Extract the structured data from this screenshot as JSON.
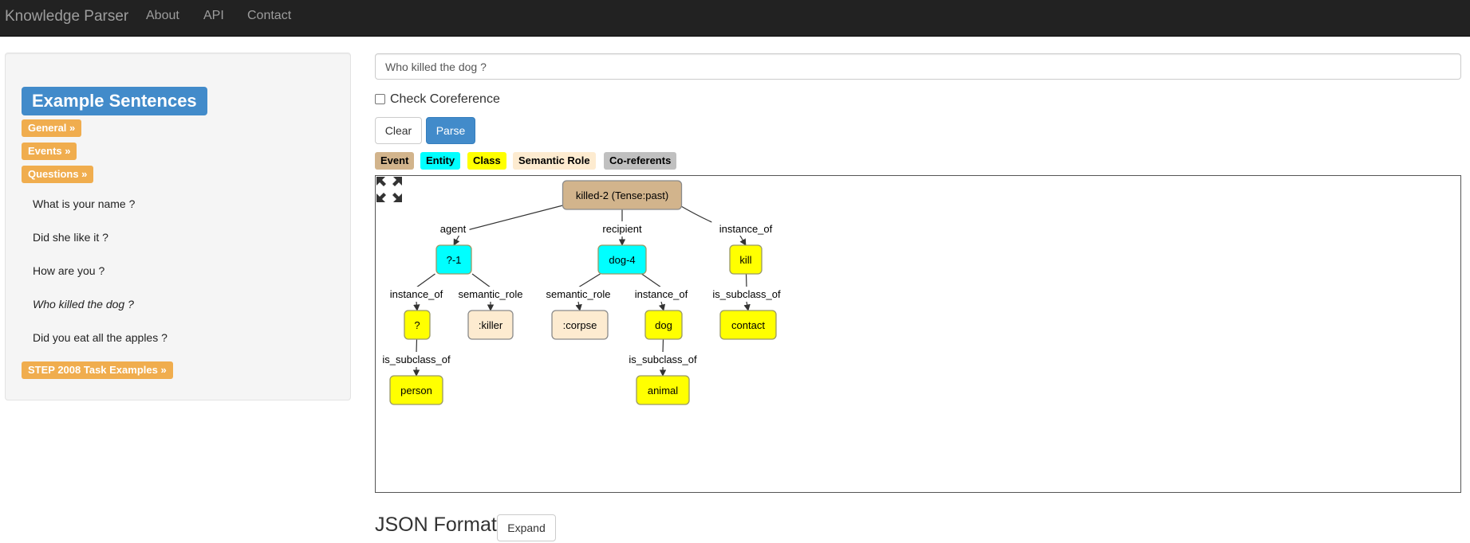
{
  "navbar": {
    "brand": "Knowledge Parser",
    "links": [
      "About",
      "API",
      "Contact"
    ]
  },
  "sidebar": {
    "title": "Example Sentences",
    "categories": [
      "General »",
      "Events »",
      "Questions »"
    ],
    "questions": [
      "What is your name ?",
      "Did she like it ?",
      "How are you ?",
      "Who killed the dog ?",
      "Did you eat all the apples ?"
    ],
    "active_question": "Who killed the dog ?",
    "step_button": "STEP 2008 Task Examples »"
  },
  "main": {
    "query_value": "Who killed the dog ?",
    "coref_label": "Check Coreference",
    "coref_checked": false,
    "clear_label": "Clear",
    "parse_label": "Parse",
    "legend": [
      {
        "label": "Event",
        "color": "#d2b48c"
      },
      {
        "label": "Entity",
        "color": "#00ffff"
      },
      {
        "label": "Class",
        "color": "#ffff00"
      },
      {
        "label": "Semantic Role",
        "color": "#fdebd0"
      },
      {
        "label": "Co-referents",
        "color": "#c0c0c0"
      }
    ],
    "json_title": "JSON Format",
    "expand_label": "Expand"
  },
  "graph": {
    "nodes": [
      {
        "id": "killed",
        "label": "killed-2 (Tense:past)",
        "type": "Event"
      },
      {
        "id": "q1",
        "label": "?-1",
        "type": "Entity"
      },
      {
        "id": "dog4",
        "label": "dog-4",
        "type": "Entity"
      },
      {
        "id": "kill",
        "label": "kill",
        "type": "Class"
      },
      {
        "id": "q",
        "label": "?",
        "type": "Class"
      },
      {
        "id": "killer",
        "label": ":killer",
        "type": "Semantic Role"
      },
      {
        "id": "corpse",
        "label": ":corpse",
        "type": "Semantic Role"
      },
      {
        "id": "dog",
        "label": "dog",
        "type": "Class"
      },
      {
        "id": "contact",
        "label": "contact",
        "type": "Class"
      },
      {
        "id": "person",
        "label": "person",
        "type": "Class"
      },
      {
        "id": "animal",
        "label": "animal",
        "type": "Class"
      }
    ],
    "edges": [
      {
        "from": "killed",
        "to": "q1",
        "label": "agent"
      },
      {
        "from": "killed",
        "to": "dog4",
        "label": "recipient"
      },
      {
        "from": "killed",
        "to": "kill",
        "label": "instance_of"
      },
      {
        "from": "q1",
        "to": "q",
        "label": "instance_of"
      },
      {
        "from": "q1",
        "to": "killer",
        "label": "semantic_role"
      },
      {
        "from": "dog4",
        "to": "corpse",
        "label": "semantic_role"
      },
      {
        "from": "dog4",
        "to": "dog",
        "label": "instance_of"
      },
      {
        "from": "kill",
        "to": "contact",
        "label": "is_subclass_of"
      },
      {
        "from": "q",
        "to": "person",
        "label": "is_subclass_of"
      },
      {
        "from": "dog",
        "to": "animal",
        "label": "is_subclass_of"
      }
    ],
    "type_colors": {
      "Event": "#d2b48c",
      "Entity": "#00ffff",
      "Class": "#ffff00",
      "Semantic Role": "#fdebd0"
    }
  },
  "icons": {
    "fullscreen": "expand-arrows-icon"
  }
}
